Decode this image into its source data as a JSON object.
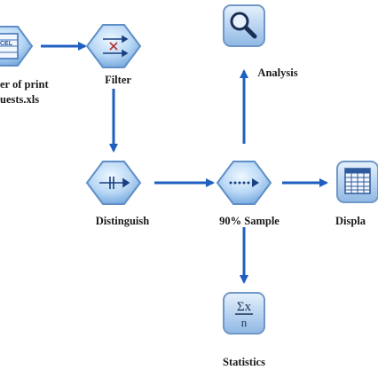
{
  "nodes": {
    "excel_source": {
      "label_line1": "er of print",
      "label_line2": "uests.xls",
      "icon": "excel-file-icon"
    },
    "filter": {
      "label": "Filter",
      "icon": "filter-arrows-icon"
    },
    "distinguish": {
      "label": "Distinguish",
      "icon": "distinguish-arrow-icon"
    },
    "sample": {
      "label": "90% Sample",
      "icon": "sample-dotted-arrow-icon"
    },
    "analysis": {
      "label": "Analysis",
      "icon": "magnifier-icon"
    },
    "display": {
      "label": "Displa",
      "icon": "table-grid-icon"
    },
    "statistics": {
      "label": "Statistics",
      "icon": "sigma-n-icon",
      "glyph_top": "Σx",
      "glyph_bottom": "n"
    }
  },
  "colors": {
    "arrow": "#1f5fc0",
    "hex_fill_light": "#d9ecfb",
    "hex_fill_dark": "#7fb3e6",
    "hex_stroke": "#5f8fc6",
    "square_fill": "#bcd7f2",
    "square_stroke": "#6f97c8"
  }
}
